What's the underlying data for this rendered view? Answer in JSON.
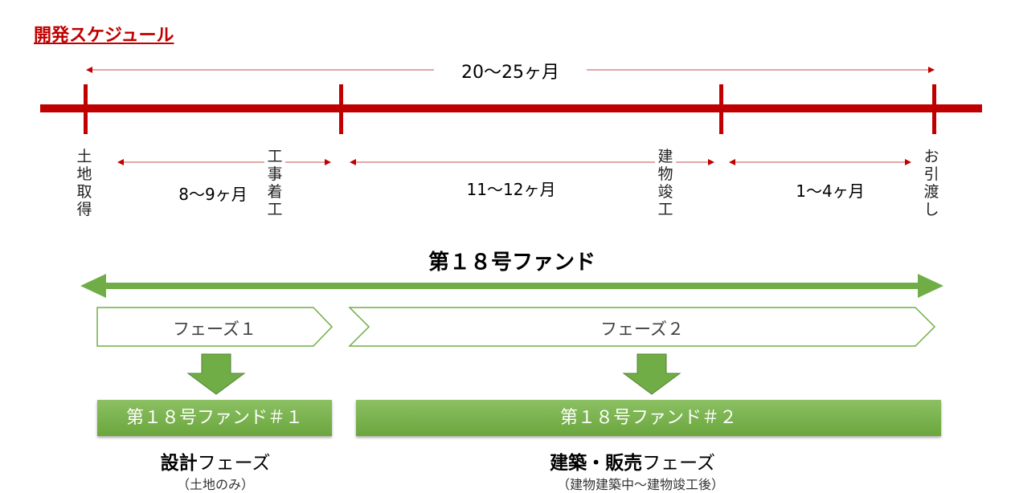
{
  "title": "開発スケジュール",
  "timeline": {
    "total_duration": "20〜25ヶ月",
    "milestones": [
      "土地取得",
      "工事着工",
      "建物竣工",
      "お引渡し"
    ],
    "segments": [
      "8〜9ヶ月",
      "11〜12ヶ月",
      "1〜4ヶ月"
    ]
  },
  "fund": {
    "name": "第１８号ファンド",
    "phases": [
      "フェーズ１",
      "フェーズ２"
    ],
    "sub_funds": [
      "第１８号ファンド＃１",
      "第１８号ファンド＃２"
    ],
    "phase1_desc": {
      "bold": "設計",
      "rest": "フェーズ",
      "note": "（土地のみ）"
    },
    "phase2_desc": {
      "bold": "建築・販売",
      "rest": "フェーズ",
      "note": "（建物建築中〜建物竣工後）"
    }
  },
  "colors": {
    "red": "#c00000",
    "green": "#70ad47"
  }
}
